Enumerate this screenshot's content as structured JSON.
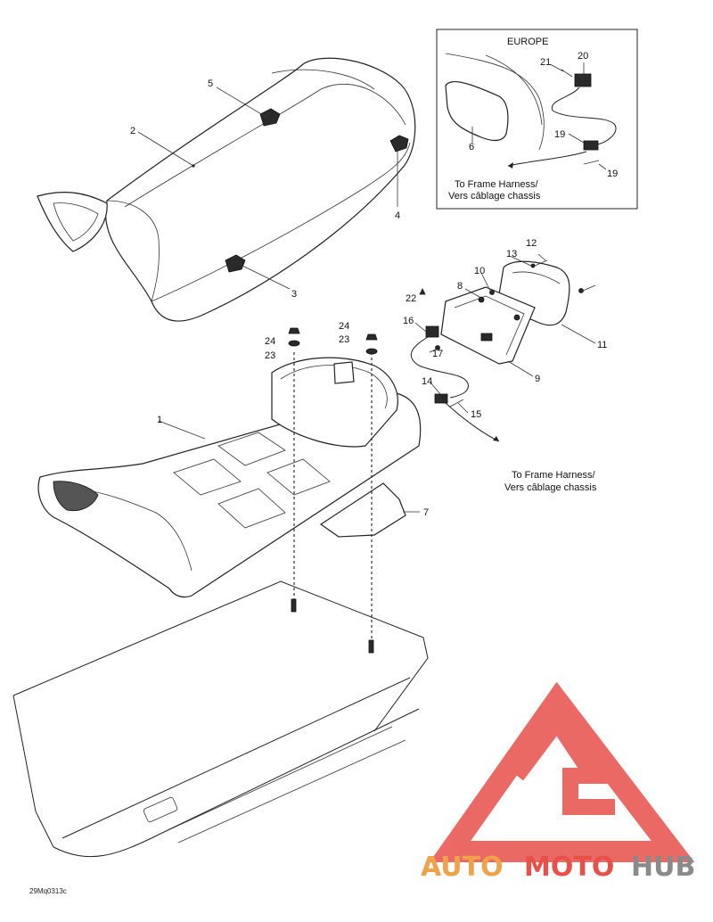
{
  "inset": {
    "title": "EUROPE",
    "harness_note": [
      "To Frame Harness/",
      "Vers câblage chassis"
    ]
  },
  "main_note": [
    "To Frame Harness/",
    "Vers câblage chassis"
  ],
  "callouts": {
    "c1": "1",
    "c2": "2",
    "c3": "3",
    "c4": "4",
    "c5": "5",
    "c6": "6",
    "c7": "7",
    "c8": "8",
    "c9": "9",
    "c10": "10",
    "c11": "11",
    "c12": "12",
    "c13": "13",
    "c14": "14",
    "c15": "15",
    "c16": "16",
    "c17": "17",
    "c19a": "19",
    "c19b": "19",
    "c20": "20",
    "c21": "21",
    "c22": "22",
    "c23a": "23",
    "c23b": "23",
    "c24a": "24",
    "c24b": "24"
  },
  "drawing_code": "29Mq0313c",
  "watermark": {
    "word_1": "AUTO",
    "word_2": "MOTO",
    "word_3": "HUB",
    "colors": {
      "red": "#e8504a",
      "orange": "#f0a24a",
      "gray": "#8a8a8a"
    }
  }
}
